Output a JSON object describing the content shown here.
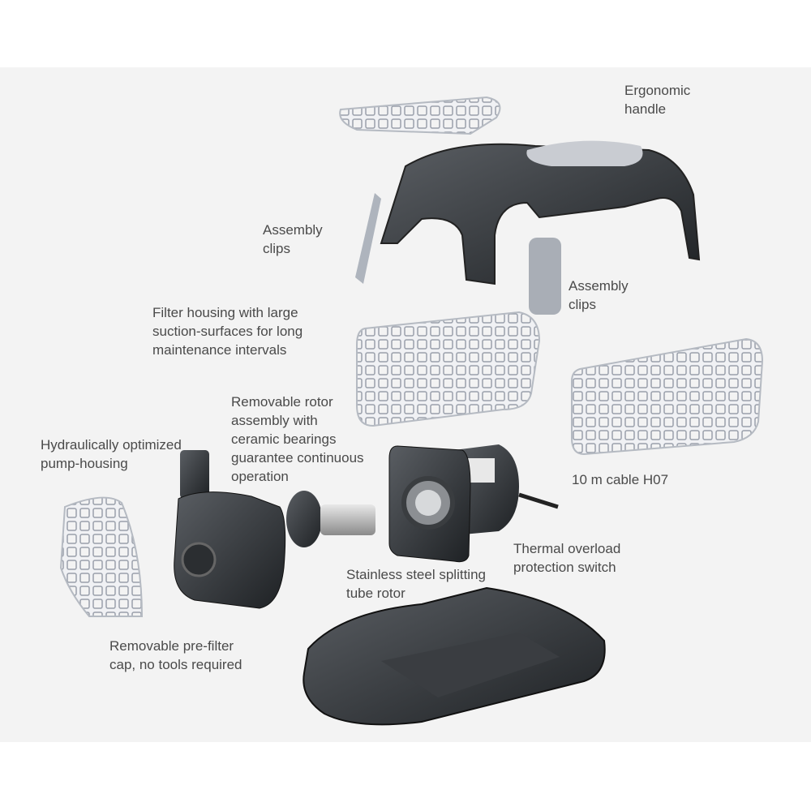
{
  "labels": {
    "handle": [
      "Ergonomic",
      "handle"
    ],
    "clips_left": [
      "Assembly",
      "clips"
    ],
    "clips_right": [
      "Assembly",
      "clips"
    ],
    "filter_housing": [
      "Filter housing with large",
      "suction-surfaces for long",
      "maintenance intervals"
    ],
    "rotor_assembly": [
      "Removable rotor",
      "assembly with",
      "ceramic bearings",
      "guarantee continuous",
      "operation"
    ],
    "pump_housing": [
      "Hydraulically optimized",
      "pump-housing"
    ],
    "cable": [
      "10 m cable H07"
    ],
    "thermal": [
      "Thermal overload",
      "protection switch"
    ],
    "tube_rotor": [
      "Stainless steel splitting",
      "tube rotor"
    ],
    "prefilter": [
      "Removable pre-filter",
      "cap, no tools required"
    ]
  }
}
